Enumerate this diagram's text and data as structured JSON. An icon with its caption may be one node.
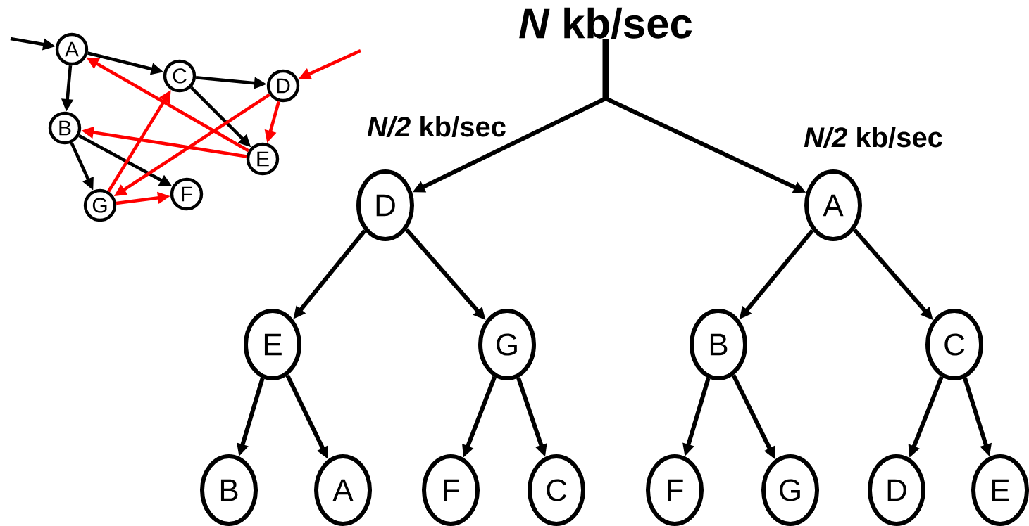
{
  "diagram": {
    "nodes": [
      {
        "text": [
          "A"
        ]
      },
      {
        "text": [
          "C"
        ]
      },
      {
        "text": [
          "D"
        ]
      },
      {
        "text": [
          "B"
        ]
      },
      {
        "text": [
          "E"
        ]
      },
      {
        "text": [
          "F"
        ]
      },
      {
        "text": [
          "G"
        ]
      },
      {
        "text": [
          "*N* kb/sec"
        ]
      },
      {
        "text": [
          "D"
        ]
      },
      {
        "text": [
          "A"
        ]
      },
      {
        "text": [
          "E"
        ]
      },
      {
        "text": [
          "G"
        ]
      },
      {
        "text": [
          "B"
        ]
      },
      {
        "text": [
          "C"
        ]
      },
      {
        "text": [
          "B"
        ]
      },
      {
        "text": [
          "A"
        ]
      },
      {
        "text": [
          "F"
        ]
      },
      {
        "text": [
          "C"
        ]
      },
      {
        "text": [
          "F"
        ]
      },
      {
        "text": [
          "G"
        ]
      },
      {
        "text": [
          "D"
        ]
      },
      {
        "text": [
          "E"
        ]
      }
    ],
    "edges": [
      {
        "from": null,
        "to": 0,
        "arrow": "to"
      },
      {
        "from": 0,
        "to": 1,
        "arrow": "to"
      },
      {
        "from": 0,
        "to": 3,
        "arrow": "to"
      },
      {
        "from": 1,
        "to": 2,
        "arrow": "to"
      },
      {
        "from": 1,
        "to": 4,
        "arrow": "to"
      },
      {
        "from": 3,
        "to": 6,
        "arrow": "to"
      },
      {
        "from": 3,
        "to": 5,
        "arrow": "to"
      },
      {
        "from": 4,
        "to": 0,
        "arrow": "to",
        "color": "#ff0000"
      },
      {
        "from": 4,
        "to": 3,
        "arrow": "to",
        "color": "#ff0000"
      },
      {
        "from": 6,
        "to": 1,
        "arrow": "to",
        "color": "#ff0000"
      },
      {
        "from": 2,
        "to": 6,
        "arrow": "to",
        "color": "#ff0000"
      },
      {
        "from": 2,
        "to": 4,
        "arrow": "to",
        "color": "#ff0000"
      },
      {
        "from": 6,
        "to": 5,
        "arrow": "to",
        "color": "#ff0000"
      },
      {
        "from": null,
        "to": 2,
        "arrow": "to",
        "color": "#ff0000"
      },
      {
        "from": 7,
        "to": 8,
        "arrow": "to",
        "label": "*N/2* kb/sec"
      },
      {
        "from": 7,
        "to": 9,
        "arrow": "to",
        "label": "*N/2* kb/sec"
      },
      {
        "from": 8,
        "to": 10,
        "arrow": "to"
      },
      {
        "from": 8,
        "to": 11,
        "arrow": "to"
      },
      {
        "from": 9,
        "to": 12,
        "arrow": "to"
      },
      {
        "from": 9,
        "to": 13,
        "arrow": "to"
      },
      {
        "from": 10,
        "to": 14,
        "arrow": "to"
      },
      {
        "from": 10,
        "to": 15,
        "arrow": "to"
      },
      {
        "from": 11,
        "to": 16,
        "arrow": "to"
      },
      {
        "from": 11,
        "to": 17,
        "arrow": "to"
      },
      {
        "from": 12,
        "to": 18,
        "arrow": "to"
      },
      {
        "from": 12,
        "to": 19,
        "arrow": "to"
      },
      {
        "from": 13,
        "to": 20,
        "arrow": "to"
      },
      {
        "from": 13,
        "to": 21,
        "arrow": "to"
      }
    ]
  }
}
